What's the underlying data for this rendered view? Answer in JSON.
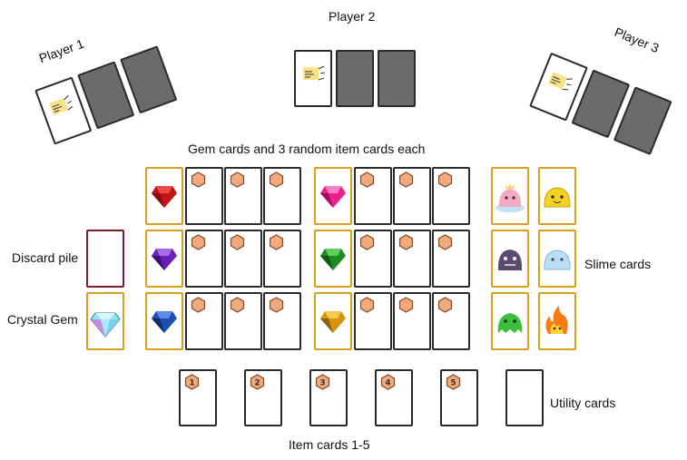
{
  "labels": {
    "player1": "Player 1",
    "player2": "Player 2",
    "player3": "Player 3",
    "gem_caption": "Gem cards and 3 random item cards each",
    "discard_pile": "Discard pile",
    "crystal_gem": "Crystal Gem",
    "slime_cards": "Slime cards",
    "utility_cards": "Utility cards",
    "item_cards": "Item cards 1-5"
  },
  "item_numbers": [
    "1",
    "2",
    "3",
    "4",
    "5"
  ],
  "gems": {
    "left_column": [
      "red-gem-icon",
      "purple-gem-icon",
      "blue-gem-icon"
    ],
    "right_column": [
      "pink-gem-icon",
      "green-gem-icon",
      "amber-gem-icon"
    ],
    "crystal": "crystal-gem-icon"
  },
  "slimes": [
    "pink-cloud-slime-icon",
    "yellow-slime-icon",
    "purple-slime-icon",
    "ice-slime-icon",
    "green-slime-icon",
    "fire-slime-icon"
  ],
  "colors": {
    "gem_border": "#d9a01c",
    "item_border": "#2b2b2b",
    "card_back": "#6b6b6b",
    "discard_border": "#7a1e2e",
    "hex_fill": "#f3a97a",
    "hex_stroke": "#7a4a2e"
  }
}
